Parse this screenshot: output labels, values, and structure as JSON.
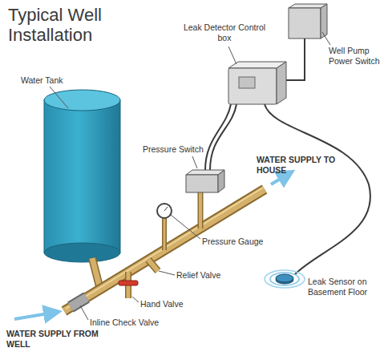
{
  "diagram": {
    "title": "Typical Well Installation",
    "labels": [
      "Leak Detector Control box",
      "Well Pump Power Switch",
      "Water Tank",
      "Pressure Switch",
      "WATER SUPPLY TO HOUSE",
      "Pressure Gauge",
      "Relief Valve",
      "Hand Valve",
      "Inline Check Valve",
      "WATER SUPPLY FROM WELL",
      "Leak Sensor on Basement Floor"
    ]
  }
}
